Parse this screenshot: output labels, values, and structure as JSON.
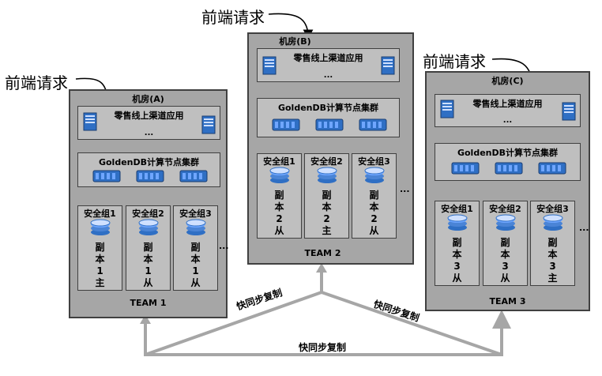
{
  "request_label": "前端请求",
  "ellipsis": "...",
  "sync_label": "快同步复制",
  "rooms": [
    {
      "title": "机房(A)",
      "app": "零售线上渠道应用",
      "cluster": "GoldenDB计算节点集群",
      "team": "TEAM 1",
      "groups": [
        {
          "name": "安全组1",
          "chars": [
            "副",
            "本",
            "1",
            "主"
          ]
        },
        {
          "name": "安全组2",
          "chars": [
            "副",
            "本",
            "1",
            "从"
          ]
        },
        {
          "name": "安全组3",
          "chars": [
            "副",
            "本",
            "1",
            "从"
          ]
        }
      ]
    },
    {
      "title": "机房(B)",
      "app": "零售线上渠道应用",
      "cluster": "GoldenDB计算节点集群",
      "team": "TEAM 2",
      "groups": [
        {
          "name": "安全组1",
          "chars": [
            "副",
            "本",
            "2",
            "从"
          ]
        },
        {
          "name": "安全组2",
          "chars": [
            "副",
            "本",
            "2",
            "主"
          ]
        },
        {
          "name": "安全组3",
          "chars": [
            "副",
            "本",
            "2",
            "从"
          ]
        }
      ]
    },
    {
      "title": "机房(C)",
      "app": "零售线上渠道应用",
      "cluster": "GoldenDB计算节点集群",
      "team": "TEAM 3",
      "groups": [
        {
          "name": "安全组1",
          "chars": [
            "副",
            "本",
            "3",
            "从"
          ]
        },
        {
          "name": "安全组2",
          "chars": [
            "副",
            "本",
            "3",
            "从"
          ]
        },
        {
          "name": "安全组3",
          "chars": [
            "副",
            "本",
            "3",
            "主"
          ]
        }
      ]
    }
  ],
  "colors": {
    "room_fill": "#a6a6a6",
    "panel_fill": "#bfbfbf",
    "border": "#404040",
    "sync_line": "#a6a6a6",
    "icon_blue": "#2f6fc4"
  }
}
